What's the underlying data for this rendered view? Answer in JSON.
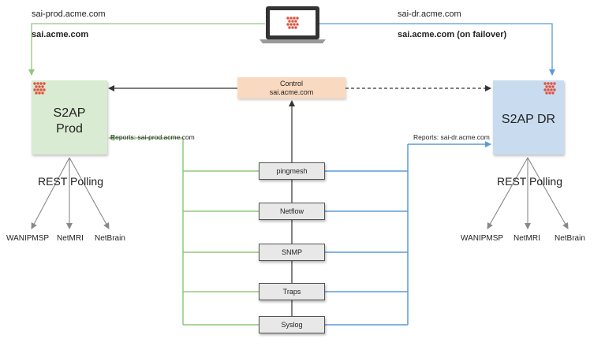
{
  "diagram": {
    "top": {
      "prod_host": "sai-prod.acme.com",
      "prod_alias": "sai.acme.com",
      "dr_host": "sai-dr.acme.com",
      "dr_alias": "sai.acme.com (on failover)",
      "client_icon": "laptop-with-logo-icon"
    },
    "prod": {
      "title_line1": "S2AP",
      "title_line2": "Prod",
      "reports": "Reports: sai-prod.acme.com",
      "polling": "REST Polling",
      "targets": [
        "WANIPMSP",
        "NetMRI",
        "NetBrain"
      ],
      "color": "#d9ebd3"
    },
    "dr": {
      "title": "S2AP DR",
      "reports": "Reports: sai-dr.acme.com",
      "polling": "REST Polling",
      "targets": [
        "WANIPMSP",
        "NetMRI",
        "NetBrain"
      ],
      "color": "#c9dcef"
    },
    "control": {
      "line1": "Control",
      "line2": "sai.acme.com",
      "color": "#f9d9bf"
    },
    "sources": [
      "pingmesh",
      "Netflow",
      "SNMP",
      "Traps",
      "Syslog"
    ],
    "colors": {
      "prod_line": "#8fc97c",
      "dr_line": "#5b9bd5",
      "arrow": "#333333",
      "logo": "#e2523f"
    }
  }
}
